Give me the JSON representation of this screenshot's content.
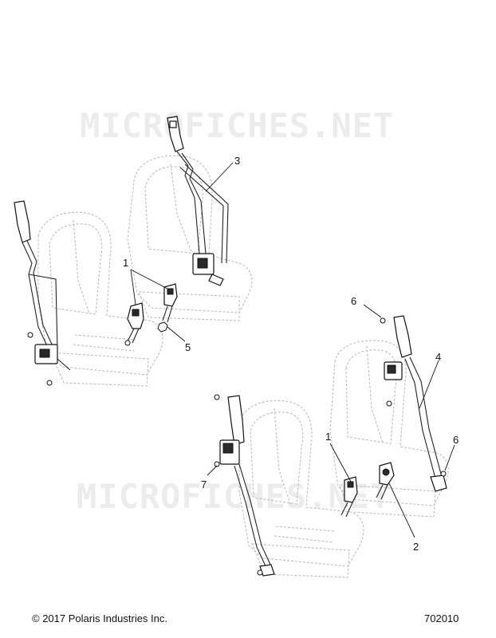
{
  "watermarks": [
    "MICROFICHES.NET",
    "MICROFICHES.NET"
  ],
  "callouts": [
    {
      "id": "c1a",
      "text": "1"
    },
    {
      "id": "c3",
      "text": "3"
    },
    {
      "id": "c5",
      "text": "5"
    },
    {
      "id": "c6a",
      "text": "6"
    },
    {
      "id": "c4",
      "text": "4"
    },
    {
      "id": "c1b",
      "text": "1"
    },
    {
      "id": "c6b",
      "text": "6"
    },
    {
      "id": "c7",
      "text": "7"
    },
    {
      "id": "c2",
      "text": "2"
    }
  ],
  "footer": {
    "copyright": "© 2017 Polaris Industries Inc.",
    "figure_id": "702010"
  }
}
